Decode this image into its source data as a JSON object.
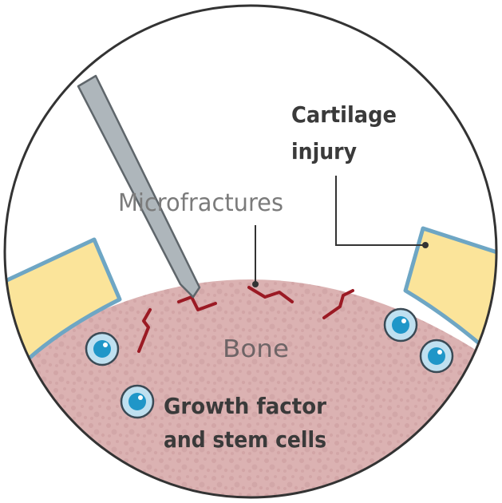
{
  "labels": {
    "microfractures": "Microfractures",
    "cartilage_line1": "Cartilage",
    "cartilage_line2": "injury",
    "bone": "Bone",
    "cells_line1": "Growth factor",
    "cells_line2": "and stem cells"
  },
  "colors": {
    "bone": "#dbb2b2",
    "bone_speckle": "#c99a9c",
    "cartilage_fill": "#fbe49a",
    "cartilage_border": "#6ea6c4",
    "fracture": "#9b1a24",
    "instrument": "#aeb6bb",
    "cell_outer": "#bfe0f0",
    "cell_inner": "#1f96c8",
    "outline": "#333333"
  }
}
